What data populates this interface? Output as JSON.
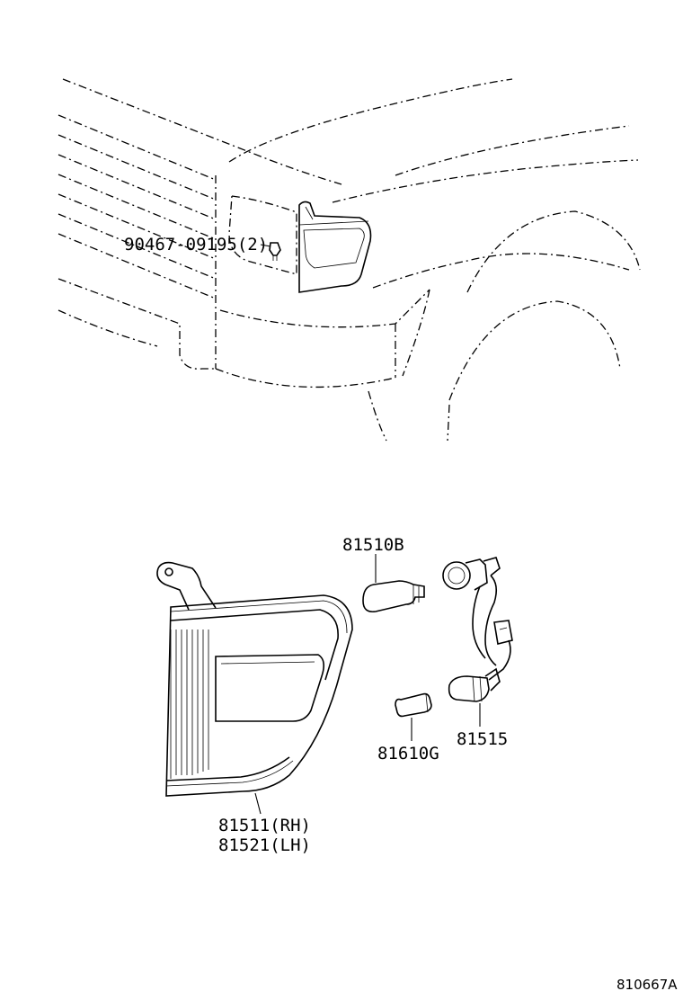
{
  "labels": {
    "clip": "90467-09195(2)",
    "bulb_main": "81510B",
    "bulb_small": "81610G",
    "socket": "81515",
    "lamp_rh": "81511(RH)",
    "lamp_lh": "81521(LH)"
  },
  "diagram_code": "810667A"
}
